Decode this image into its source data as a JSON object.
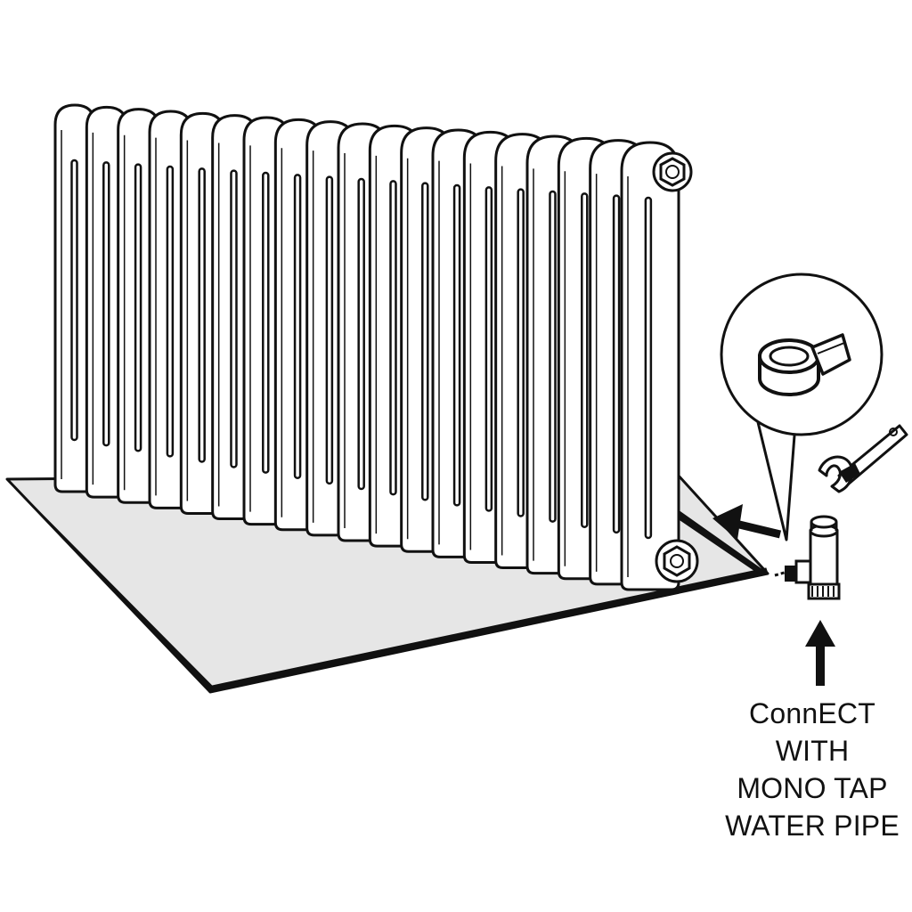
{
  "instruction": {
    "lines": [
      "ConnECT",
      "WITH",
      "MONO TAP",
      "WATER PIPE"
    ]
  },
  "illustration": {
    "subject": "column-radiator",
    "section_count": 19,
    "mat": "floor-mat",
    "detail_callout": "sealing-ring-with-ptfe-tape",
    "tool": "adjustable-wrench",
    "fitting": "mono-tap-valve",
    "line_color": "#111111",
    "mat_fill": "#e6e6e6",
    "radiator_fill": "#ffffff"
  }
}
